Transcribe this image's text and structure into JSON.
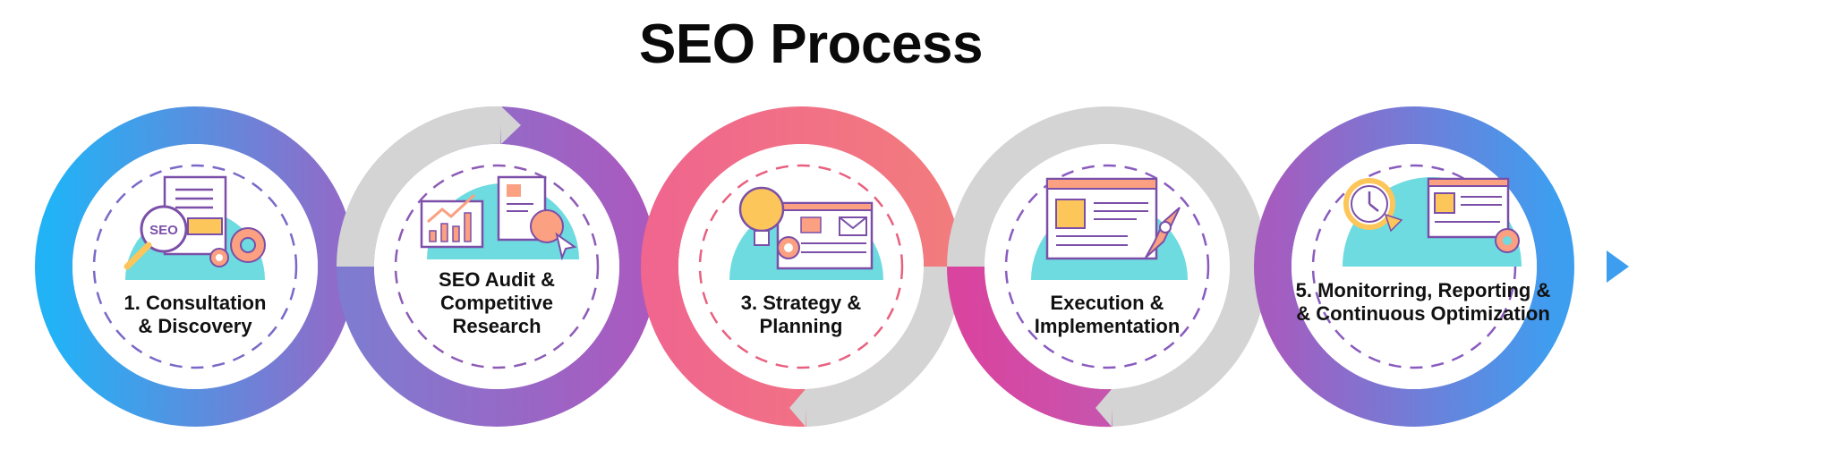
{
  "title": "SEO Process",
  "colors": {
    "blue": "#2bb0f5",
    "purple": "#9b59c2",
    "pink": "#f06c8a",
    "magenta": "#d54aa0",
    "gray": "#d4d4d4",
    "teal": "#6ddbe0",
    "orange": "#fba081",
    "yellow": "#fdc65a",
    "outline": "#7b4fa8"
  },
  "steps": [
    {
      "label_line1": "1. Consultation",
      "label_line2": "& Discovery",
      "icon": "seo-magnifier-document-gears-icon"
    },
    {
      "label_line1": "SEO Audit &",
      "label_line2": "Competitive",
      "label_line3": "Research",
      "icon": "chart-document-globe-icon"
    },
    {
      "label_line1": "3. Strategy &",
      "label_line2": "Planning",
      "icon": "lightbulb-webpage-gear-icon"
    },
    {
      "label_line1": "Execution &",
      "label_line2": "Implementation",
      "icon": "webpage-rocket-icon"
    },
    {
      "label_line1": "5. Monitorring, Reporting &",
      "label_line2": "& Continuous Optimization",
      "icon": "clock-webpage-gear-icon"
    }
  ]
}
